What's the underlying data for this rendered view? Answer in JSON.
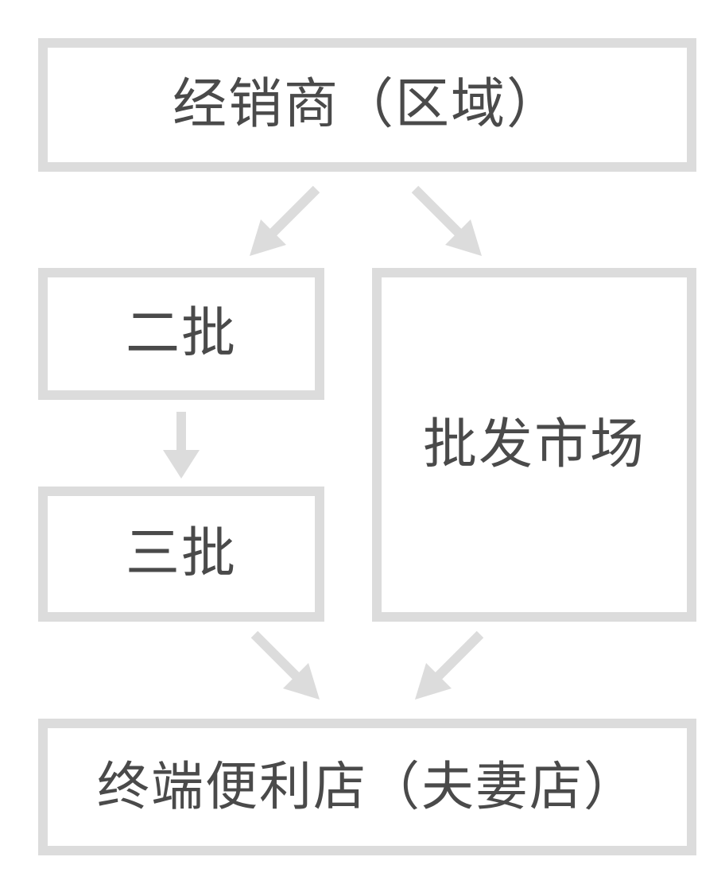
{
  "diagram": {
    "nodes": {
      "dealer": "经销商（区域）",
      "second_wholesale": "二批",
      "third_wholesale": "三批",
      "wholesale_market": "批发市场",
      "terminal_store": "终端便利店（夫妻店）"
    },
    "edges": [
      {
        "from": "dealer",
        "to": "second_wholesale"
      },
      {
        "from": "dealer",
        "to": "wholesale_market"
      },
      {
        "from": "second_wholesale",
        "to": "third_wholesale"
      },
      {
        "from": "third_wholesale",
        "to": "terminal_store"
      },
      {
        "from": "wholesale_market",
        "to": "terminal_store"
      }
    ],
    "colors": {
      "border": "#dcdcdc",
      "arrow": "#dcdcdc",
      "text": "#4a4a4a"
    }
  }
}
